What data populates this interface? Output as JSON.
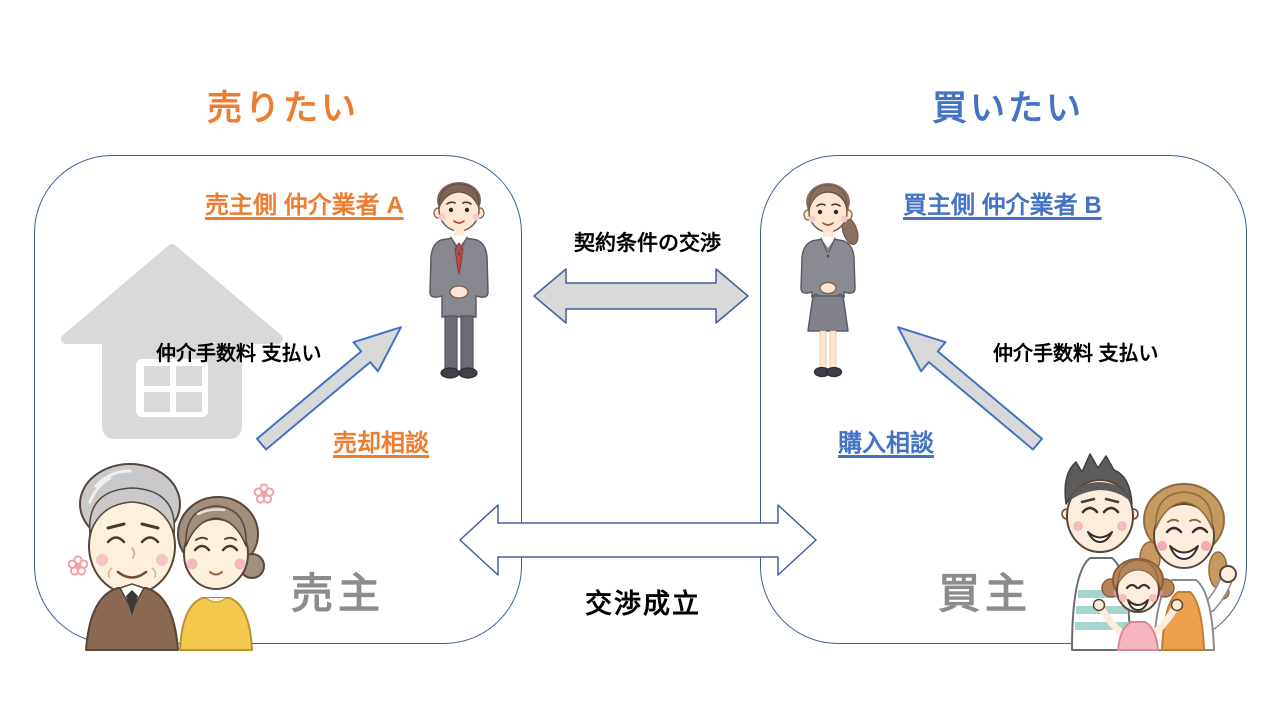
{
  "slide": {
    "background": "#ffffff"
  },
  "colors": {
    "seller_accent": "#ED7D31",
    "buyer_accent": "#4472C4",
    "role_gray": "#8C8C8C",
    "box_border": "#3E5F94",
    "arrow_gray_fill": "#D9D9D9",
    "arrow_blue_stroke": "#4472C4",
    "text_black": "#000000"
  },
  "seller_side": {
    "want_label": "売りたい",
    "broker_label": "売主側 仲介業者 A",
    "fee_label": "仲介手数料 支払い",
    "consult_label": "売却相談",
    "role_label": "売主"
  },
  "buyer_side": {
    "want_label": "買いたい",
    "broker_label": "買主側 仲介業者 B",
    "fee_label": "仲介手数料 支払い",
    "consult_label": "購入相談",
    "role_label": "買主"
  },
  "center": {
    "negotiation_label": "契約条件の交渉",
    "deal_label": "交渉成立"
  }
}
